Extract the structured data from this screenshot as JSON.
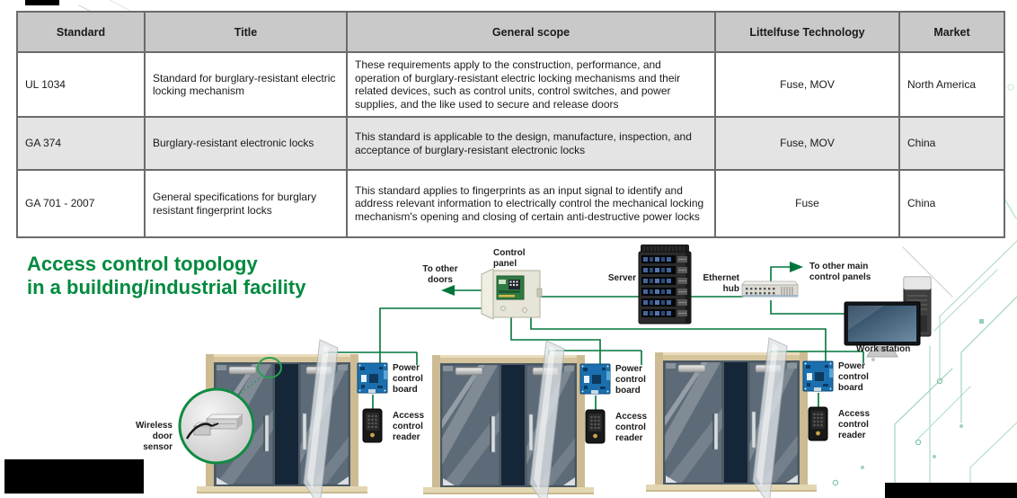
{
  "table": {
    "headers": [
      "Standard",
      "Title",
      "General scope",
      "Littelfuse Technology",
      "Market"
    ],
    "rows": [
      {
        "standard": "UL 1034",
        "title": "Standard for burglary-resistant electric locking mechanism",
        "scope": "These requirements apply to the construction, performance, and operation of burglary-resistant electric locking mechanisms and their related devices, such as control units, control switches, and power supplies, and the like used to secure and release doors",
        "technology": "Fuse, MOV",
        "market": "North America"
      },
      {
        "standard": "GA 374",
        "title": "Burglary-resistant electronic locks",
        "scope": "This standard is applicable to the design, manufacture, inspection, and acceptance of burglary-resistant electronic locks",
        "technology": "Fuse, MOV",
        "market": "China"
      },
      {
        "standard": "GA 701 - 2007",
        "title": "General specifications for burglary resistant fingerprint locks",
        "scope": "This standard applies to fingerprints as an input signal to identify and address relevant information to electrically control the mechanical locking mechanism's opening and closing of certain anti-destructive power locks",
        "technology": "Fuse",
        "market": "China"
      }
    ]
  },
  "diagram": {
    "title": "Access control topology\nin a building/industrial facility",
    "nodes": {
      "to_other_doors": "To other\ndoors",
      "control_panel": "Control\npanel",
      "server": "Server",
      "ethernet_hub": "Ethernet\nhub",
      "to_other_main_control_panels": "To other main\ncontrol panels",
      "work_station": "Work station",
      "wireless_door_sensor": "Wireless\ndoor\nsensor"
    },
    "doors": [
      {
        "power_board": "Power\ncontrol\nboard",
        "access_reader": "Access\ncontrol\nreader"
      },
      {
        "power_board": "Power\ncontrol\nboard",
        "access_reader": "Access\ncontrol\nreader"
      },
      {
        "power_board": "Power\ncontrol\nboard",
        "access_reader": "Access\ncontrol\nreader"
      }
    ],
    "colors": {
      "accent_green": "#008a3e",
      "wire_green": "#00753a"
    }
  }
}
